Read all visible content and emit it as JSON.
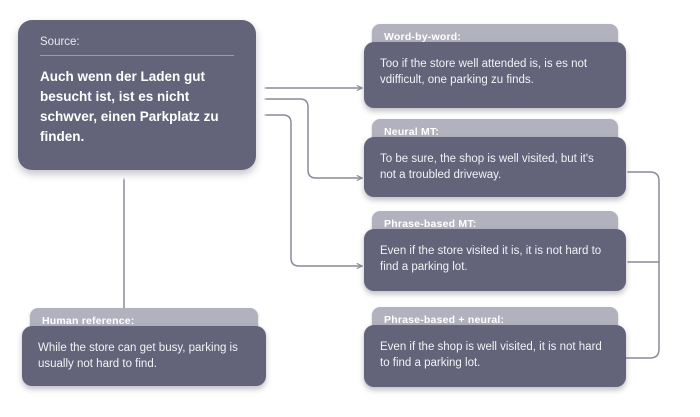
{
  "diagram": {
    "title": "machine-translation-comparison",
    "source": {
      "label": "Source:",
      "text": "Auch wenn der Laden gut besucht ist, ist es nicht schwver, einen Parkplatz zu finden.",
      "glow_from": "#15dcf2",
      "glow_to": "#2f6ff2"
    },
    "cards": [
      {
        "id": "word-by-word",
        "header": "Word-by-word:",
        "text": "Too if the store well attended is, is es not vdifficult, one parking zu finds."
      },
      {
        "id": "neural-mt",
        "header": "Neural MT:",
        "text": "To be sure, the shop is well visited, but it's not a troubled driveway."
      },
      {
        "id": "phrase-based-mt",
        "header": "Phrase-based MT:",
        "text": "Even if the store visited it is, it is not hard to find a parking lot."
      },
      {
        "id": "phrase-based-neural",
        "header": "Phrase-based + neural:",
        "text": "Even if the shop is well visited, it is not hard to find a parking lot."
      },
      {
        "id": "human-reference",
        "header": "Human reference:",
        "text": "While the store can get busy, parking is usually not hard to find."
      }
    ],
    "colors": {
      "card_body": "#63647a",
      "card_header": "#b2b2be",
      "connector": "#8a8a9c",
      "background": "#ffffff"
    }
  }
}
